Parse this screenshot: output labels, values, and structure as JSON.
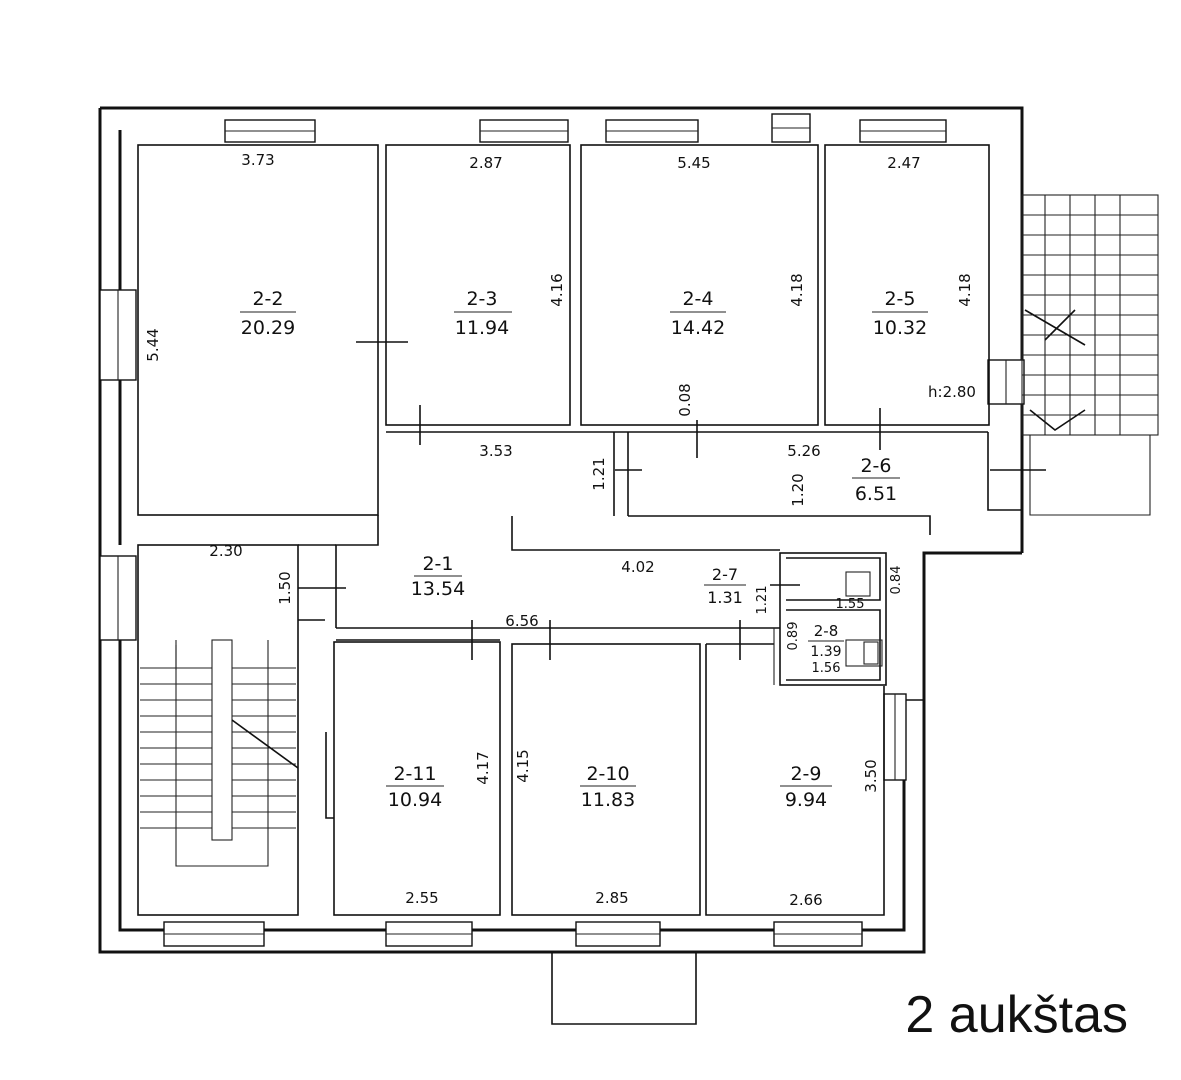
{
  "floor_label": "2 aukštas",
  "rooms": {
    "r2_1": {
      "id": "2-1",
      "area": "13.54"
    },
    "r2_2": {
      "id": "2-2",
      "area": "20.29"
    },
    "r2_3": {
      "id": "2-3",
      "area": "11.94"
    },
    "r2_4": {
      "id": "2-4",
      "area": "14.42"
    },
    "r2_5": {
      "id": "2-5",
      "area": "10.32"
    },
    "r2_6": {
      "id": "2-6",
      "area": "6.51"
    },
    "r2_7": {
      "id": "2-7",
      "area": "1.31"
    },
    "r2_8": {
      "id": "2-8",
      "area": "1.39"
    },
    "r2_9": {
      "id": "2-9",
      "area": "9.94"
    },
    "r2_10": {
      "id": "2-10",
      "area": "11.83"
    },
    "r2_11": {
      "id": "2-11",
      "area": "10.94"
    }
  },
  "dims": {
    "d2_2_top": "3.73",
    "d2_2_side": "5.44",
    "d2_3_top": "2.87",
    "d2_3_side": "4.16",
    "d2_4_top": "5.45",
    "d2_4_side": "4.18",
    "d2_4_door": "0.08",
    "d2_5_top": "2.47",
    "d2_5_side": "4.18",
    "height": "h:2.80",
    "corr_left": "3.53",
    "corr_right": "5.26",
    "corr_w1": "1.21",
    "corr_w2": "1.20",
    "stair_top": "2.30",
    "stair_side": "1.50",
    "hall_len": "4.02",
    "d2_7_w": "1.21",
    "d2_7_side": "0.84",
    "d2_7_inner": "1.55",
    "d2_8_side": "0.89",
    "d2_8_bottom": "1.56",
    "hall_low": "6.56",
    "d2_11_side": "4.17",
    "d2_11_bottom": "2.55",
    "d2_10_side": "4.15",
    "d2_10_bottom": "2.85",
    "d2_9_side": "3.50",
    "d2_9_bottom": "2.66"
  }
}
